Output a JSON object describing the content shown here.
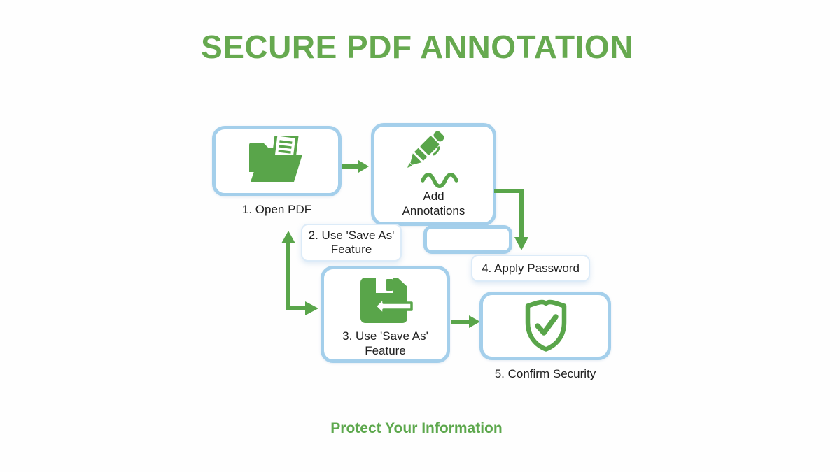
{
  "title": "SECURE PDF ANNOTATION",
  "footer": "Protect Your Information",
  "colors": {
    "green_accent": "#59a54a",
    "title_green": "#66a94f",
    "box_border_blue": "#a4cfeb",
    "note_border_blue": "#dcebf8",
    "text_dark": "#202020",
    "background": "#fefefe"
  },
  "flow": {
    "step1": {
      "caption": "1. Open PDF",
      "icon": "open-folder-document-icon"
    },
    "step2": {
      "line1": "Add",
      "line2": "Annotations",
      "icon": "pen-annotation-icon"
    },
    "note2": {
      "line1": "2. Use 'Save As'",
      "line2": "Feature"
    },
    "step3": {
      "line1": "3. Use 'Save As'",
      "line2": "Feature",
      "icon": "save-floppy-arrow-icon"
    },
    "note4": {
      "text": "4. Apply Password"
    },
    "step5": {
      "caption": "5. Confirm Security",
      "icon": "shield-check-icon"
    }
  }
}
